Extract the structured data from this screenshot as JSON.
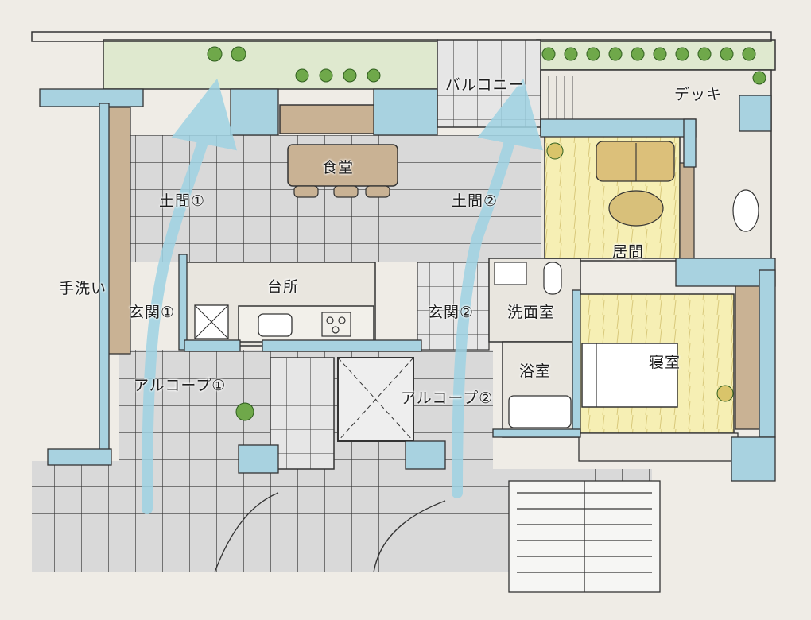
{
  "rooms": {
    "balcony": "バルコニー",
    "deck": "デッキ",
    "dining": "食堂",
    "doma1": "土間①",
    "doma2": "土間②",
    "living": "居間",
    "handwash": "手洗い",
    "kitchen": "台所",
    "genkan1": "玄関①",
    "genkan2": "玄関②",
    "washroom": "洗面室",
    "bath": "浴室",
    "bedroom": "寝室",
    "alcove1": "アルコープ①",
    "alcove2": "アルコープ②"
  },
  "colors": {
    "paper": "#efece6",
    "wall": "#a8d2e0",
    "tile": "#d6d6d6",
    "wood": "#c9b294",
    "tatami": "#f5eeb0",
    "furniture": "#c8a46e",
    "plant": "#6fa84a",
    "flow_arrow": "#9fd3e3"
  }
}
